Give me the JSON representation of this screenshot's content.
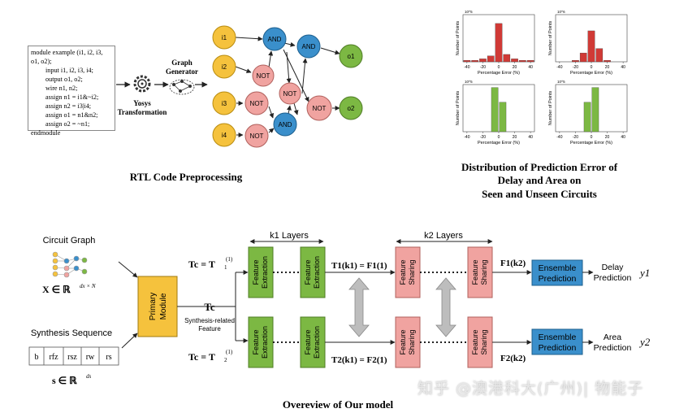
{
  "code_lines": [
    "module example (i1, i2, i3,",
    "o1, o2);",
    "input i1, i2, i3, i4;",
    "output o1, o2;",
    "wire n1, n2;",
    "assign n1 = i1&~i2;",
    "assign n2 = i3|i4;",
    "assign o1 = n1&n2;",
    "assign o2 = ~n1;",
    "endmodule"
  ],
  "yosys": {
    "line1": "Yosys",
    "line2": "Transformation"
  },
  "graph_gen": {
    "line1": "Graph",
    "line2": "Generator"
  },
  "nodes": {
    "i1": "i1",
    "i2": "i2",
    "i3": "i3",
    "i4": "i4",
    "and": "AND",
    "not": "NOT",
    "o1": "o1",
    "o2": "o2"
  },
  "captions": {
    "rtl": "RTL Code Preprocessing",
    "dist1": "Distribution of Prediction Error of",
    "dist2": "Delay and Area on",
    "dist3": "Seen and Unseen Circuits",
    "overview": "Overeview of Our model"
  },
  "chart_data": [
    {
      "type": "bar",
      "color": "#d03a36",
      "xlabel": "Percentage Error (%)",
      "ylabel": "Number of Points",
      "scale": "10^5",
      "categories": [
        -40,
        -30,
        -20,
        -10,
        0,
        10,
        20,
        30,
        40
      ],
      "values": [
        0.1,
        0.1,
        0.2,
        0.4,
        2.6,
        0.5,
        0.2,
        0.1,
        0.1
      ]
    },
    {
      "type": "bar",
      "color": "#d03a36",
      "xlabel": "Percentage Error (%)",
      "ylabel": "Number of Points",
      "scale": "10^6",
      "categories": [
        -20,
        -10,
        0,
        10,
        20
      ],
      "values": [
        0.1,
        0.6,
        2.1,
        0.9,
        0.1
      ]
    },
    {
      "type": "bar",
      "color": "#7cb843",
      "xlabel": "Percentage Error (%)",
      "ylabel": "Number of Points",
      "scale": "10^5",
      "categories": [
        -5,
        5
      ],
      "values": [
        3.0,
        2.0
      ]
    },
    {
      "type": "bar",
      "color": "#7cb843",
      "xlabel": "Percentage Error (%)",
      "ylabel": "Number of Points",
      "scale": "10^5",
      "categories": [
        -5,
        5
      ],
      "values": [
        2.0,
        3.0
      ]
    }
  ],
  "chart_ticks": [
    "-40",
    "-20",
    "0",
    "20",
    "40"
  ],
  "model": {
    "circuit_graph": "Circuit Graph",
    "x_eq": "X ∈ ℝ",
    "x_sup": "dx × N",
    "synthesis_seq": "Synthesis Sequence",
    "seq": [
      "b",
      "rfz",
      "rsz",
      "rw",
      "rs"
    ],
    "s_eq": "s ∈ ℝ",
    "s_sup": "ds",
    "primary1": "Primary",
    "primary2": "Module",
    "tc_eq": "Tc = T",
    "tc_sub": "1",
    "tc_sup": "(1)",
    "tc": "Tc",
    "synth_feat1": "Synthesis-related",
    "synth_feat2": "Feature",
    "te_eq": "Tc = T",
    "te_sub": "2",
    "te_sup": "(1)",
    "k1_layers": "k1  Layers",
    "k2_layers": "k2  Layers",
    "fe1": "Feature",
    "fe2": "Extraction",
    "fs1": "Feature",
    "fs2": "Sharing",
    "t1_eq": "T1(k1) = F1(1)",
    "t2_eq": "T2(k1) = F2(1)",
    "f1": "F1(k2)",
    "f2": "F2(k2)",
    "ens1": "Ensemble",
    "ens2": "Prediction",
    "delay1": "Delay",
    "delay2": "Prediction",
    "area1": "Area",
    "area2": "Prediction",
    "y1": "y1",
    "y2": "y2"
  },
  "watermark": "知乎 @澳港科大(广州)| 物能子"
}
